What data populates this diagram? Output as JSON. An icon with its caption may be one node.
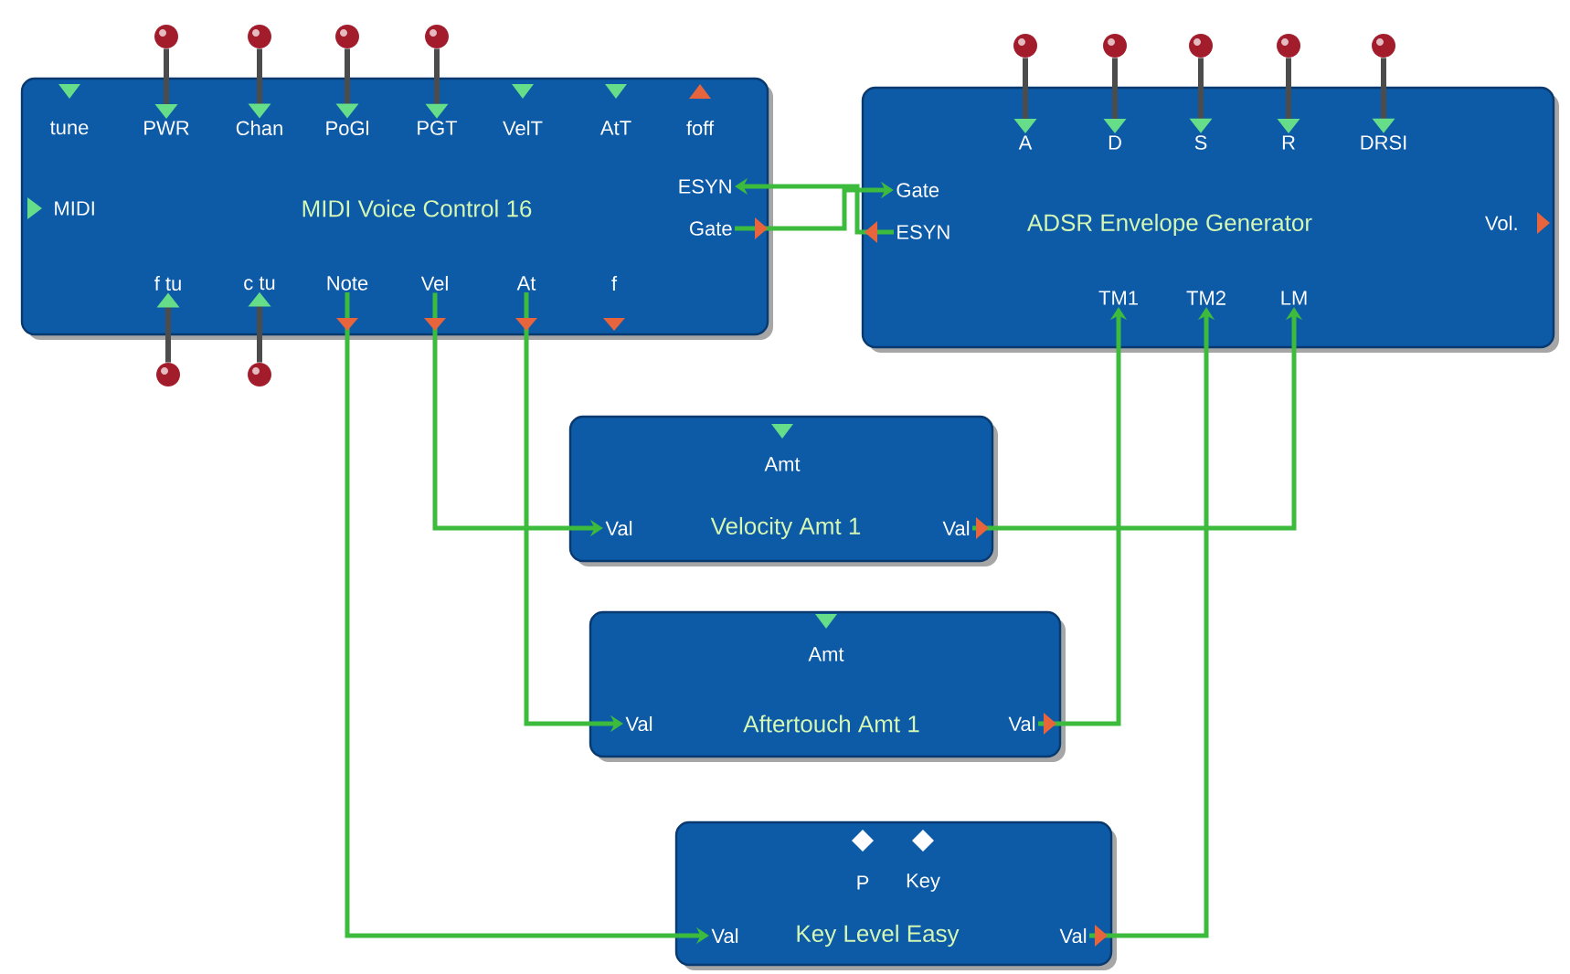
{
  "diagram": {
    "nodes": [
      {
        "text": [
          "MIDI Voice Control 16"
        ]
      },
      {
        "text": [
          "tune"
        ],
        "in": 0
      },
      {
        "text": [
          "PWR"
        ],
        "in": 0
      },
      {
        "text": [
          "Chan"
        ],
        "in": 0
      },
      {
        "text": [
          "PoGl"
        ],
        "in": 0
      },
      {
        "text": [
          "PGT"
        ],
        "in": 0
      },
      {
        "text": [
          "VelT"
        ],
        "in": 0
      },
      {
        "text": [
          "AtT"
        ],
        "in": 0
      },
      {
        "text": [
          "foff"
        ],
        "in": 0
      },
      {
        "text": [
          "MIDI"
        ],
        "in": 0
      },
      {
        "text": [
          "ESYN"
        ],
        "in": 0
      },
      {
        "text": [
          "Gate"
        ],
        "in": 0
      },
      {
        "text": [
          "f tu"
        ],
        "in": 0
      },
      {
        "text": [
          "c tu"
        ],
        "in": 0
      },
      {
        "text": [
          "Note"
        ],
        "in": 0
      },
      {
        "text": [
          "Vel"
        ],
        "in": 0
      },
      {
        "text": [
          "At"
        ],
        "in": 0
      },
      {
        "text": [
          "f"
        ],
        "in": 0
      },
      {
        "text": [
          "ADSR Envelope Generator"
        ]
      },
      {
        "text": [
          "A"
        ],
        "in": 18
      },
      {
        "text": [
          "D"
        ],
        "in": 18
      },
      {
        "text": [
          "S"
        ],
        "in": 18
      },
      {
        "text": [
          "R"
        ],
        "in": 18
      },
      {
        "text": [
          "DRSI"
        ],
        "in": 18
      },
      {
        "text": [
          "Gate"
        ],
        "in": 18
      },
      {
        "text": [
          "ESYN"
        ],
        "in": 18
      },
      {
        "text": [
          "Vol."
        ],
        "in": 18
      },
      {
        "text": [
          "TM1"
        ],
        "in": 18
      },
      {
        "text": [
          "TM2"
        ],
        "in": 18
      },
      {
        "text": [
          "LM"
        ],
        "in": 18
      },
      {
        "text": [
          "Velocity Amt 1"
        ]
      },
      {
        "text": [
          "Amt"
        ],
        "in": 30
      },
      {
        "text": [
          "Val"
        ],
        "in": 30
      },
      {
        "text": [
          "Val"
        ],
        "in": 30
      },
      {
        "text": [
          "Aftertouch Amt 1"
        ]
      },
      {
        "text": [
          "Amt"
        ],
        "in": 34
      },
      {
        "text": [
          "Val"
        ],
        "in": 34
      },
      {
        "text": [
          "Val"
        ],
        "in": 34
      },
      {
        "text": [
          "Key Level Easy"
        ]
      },
      {
        "text": [
          "P"
        ],
        "in": 38
      },
      {
        "text": [
          "Key"
        ],
        "in": 38
      },
      {
        "text": [
          "Val"
        ],
        "in": 38
      },
      {
        "text": [
          "Val"
        ],
        "in": 38
      },
      {
        "text": [],
        "shape": "circle"
      },
      {
        "text": [],
        "shape": "circle"
      },
      {
        "text": [],
        "shape": "circle"
      },
      {
        "text": [],
        "shape": "circle"
      },
      {
        "text": [],
        "shape": "circle"
      },
      {
        "text": [],
        "shape": "circle"
      },
      {
        "text": [],
        "shape": "circle"
      },
      {
        "text": [],
        "shape": "circle"
      },
      {
        "text": [],
        "shape": "circle"
      },
      {
        "text": [],
        "shape": "circle"
      },
      {
        "text": [],
        "shape": "circle"
      }
    ],
    "edges": [
      {
        "from": 11,
        "to": 24,
        "arrow": "to",
        "color": "#3dbb3d"
      },
      {
        "from": 25,
        "to": 10,
        "arrow": "to",
        "color": "#3dbb3d"
      },
      {
        "from": 14,
        "to": 41,
        "arrow": "to",
        "color": "#3dbb3d"
      },
      {
        "from": 15,
        "to": 32,
        "arrow": "to",
        "color": "#3dbb3d"
      },
      {
        "from": 16,
        "to": 36,
        "arrow": "to",
        "color": "#3dbb3d"
      },
      {
        "from": 33,
        "to": 29,
        "arrow": "to",
        "color": "#3dbb3d"
      },
      {
        "from": 37,
        "to": 27,
        "arrow": "to",
        "color": "#3dbb3d"
      },
      {
        "from": 42,
        "to": 28,
        "arrow": "to",
        "color": "#3dbb3d"
      },
      {
        "from": 43,
        "to": 2,
        "arrow": "to"
      },
      {
        "from": 44,
        "to": 3,
        "arrow": "to"
      },
      {
        "from": 45,
        "to": 4,
        "arrow": "to"
      },
      {
        "from": 46,
        "to": 5,
        "arrow": "to"
      },
      {
        "from": 47,
        "to": 19,
        "arrow": "to"
      },
      {
        "from": 48,
        "to": 20,
        "arrow": "to"
      },
      {
        "from": 49,
        "to": 21,
        "arrow": "to"
      },
      {
        "from": 50,
        "to": 22,
        "arrow": "to"
      },
      {
        "from": 51,
        "to": 23,
        "arrow": "to"
      },
      {
        "from": 52,
        "to": 12,
        "arrow": "to"
      },
      {
        "from": 53,
        "to": 13,
        "arrow": "to"
      }
    ]
  }
}
